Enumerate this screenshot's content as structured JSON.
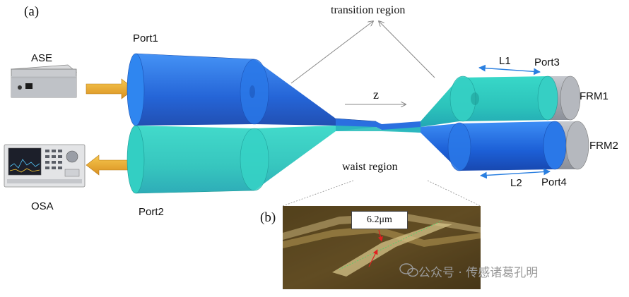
{
  "panel_a": "(a)",
  "panel_b": "(b)",
  "ase": "ASE",
  "osa": "OSA",
  "port1": "Port1",
  "port2": "Port2",
  "port3": "Port3",
  "port4": "Port4",
  "frm1": "FRM1",
  "frm2": "FRM2",
  "l1": "L1",
  "l2": "L2",
  "z": "z",
  "transition_region": "transition region",
  "waist_region": "waist region",
  "measurement": "6.2μm",
  "watermark": "公众号 · 传感诸葛孔明",
  "colors": {
    "blue": "#1e63d8",
    "cyan": "#2fc9c0",
    "grey": "#a9adb4",
    "arrow_orange": "#e8a42a",
    "arrow_blue": "#2a7fe0",
    "measure_red": "#e02020"
  }
}
